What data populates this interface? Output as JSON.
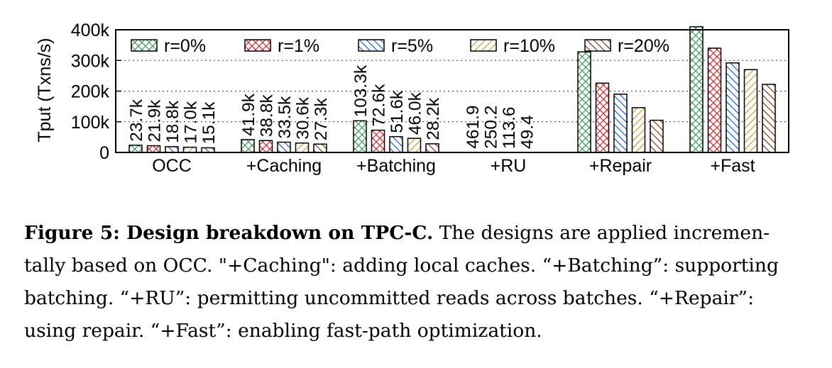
{
  "chart_data": {
    "type": "bar",
    "ylabel": "Tput (Txns/s)",
    "ylim": [
      0,
      400000
    ],
    "y_ticks": [
      {
        "value": 0,
        "label": "0"
      },
      {
        "value": 100000,
        "label": "100k"
      },
      {
        "value": 200000,
        "label": "200k"
      },
      {
        "value": 300000,
        "label": "300k"
      },
      {
        "value": 400000,
        "label": "400k"
      }
    ],
    "grid": "horizontal dotted",
    "legend_position": "top",
    "categories": [
      "OCC",
      "+Caching",
      "+Batching",
      "+RU",
      "+Repair",
      "+Fast"
    ],
    "series": [
      {
        "name": "r=0%",
        "color": "#3a9a5a",
        "pattern": "crosshatch",
        "values": [
          23700,
          41900,
          103300,
          461.9,
          328000,
          410000
        ],
        "labels": [
          "23.7k",
          "41.9k",
          "103.3k",
          "461.9",
          "",
          ""
        ]
      },
      {
        "name": "r=1%",
        "color": "#d62728",
        "pattern": "crosshatch",
        "values": [
          21900,
          38800,
          72600,
          250.2,
          226000,
          340000
        ],
        "labels": [
          "21.9k",
          "38.8k",
          "72.6k",
          "250.2",
          "",
          ""
        ]
      },
      {
        "name": "r=5%",
        "color": "#1f5fd6",
        "pattern": "back-diagonal",
        "values": [
          18800,
          33500,
          51600,
          113.6,
          190000,
          292000
        ],
        "labels": [
          "18.8k",
          "33.5k",
          "51.6k",
          "113.6",
          "",
          ""
        ]
      },
      {
        "name": "r=10%",
        "color": "#e69a1c",
        "pattern": "forward-diagonal",
        "values": [
          17000,
          30600,
          46000,
          49.4,
          146000,
          270000
        ],
        "labels": [
          "17.0k",
          "30.6k",
          "46.0k",
          "49.4",
          "",
          ""
        ]
      },
      {
        "name": "r=20%",
        "color": "#7a3b1c",
        "pattern": "back-diagonal",
        "values": [
          15100,
          27300,
          28200,
          0,
          105000,
          222000
        ],
        "labels": [
          "15.1k",
          "27.3k",
          "28.2k",
          "",
          "",
          ""
        ]
      }
    ]
  },
  "caption": {
    "label": "Figure 5: Design breakdown on TPC-C.",
    "lines": [
      " The designs are applied incremen-",
      "tally based on OCC. \"+Caching\": adding local caches. “+Batching”: supporting",
      "batching. “+RU”: permitting uncommitted reads across batches. “+Repair”:",
      "using repair. “+Fast”: enabling fast-path optimization."
    ]
  }
}
